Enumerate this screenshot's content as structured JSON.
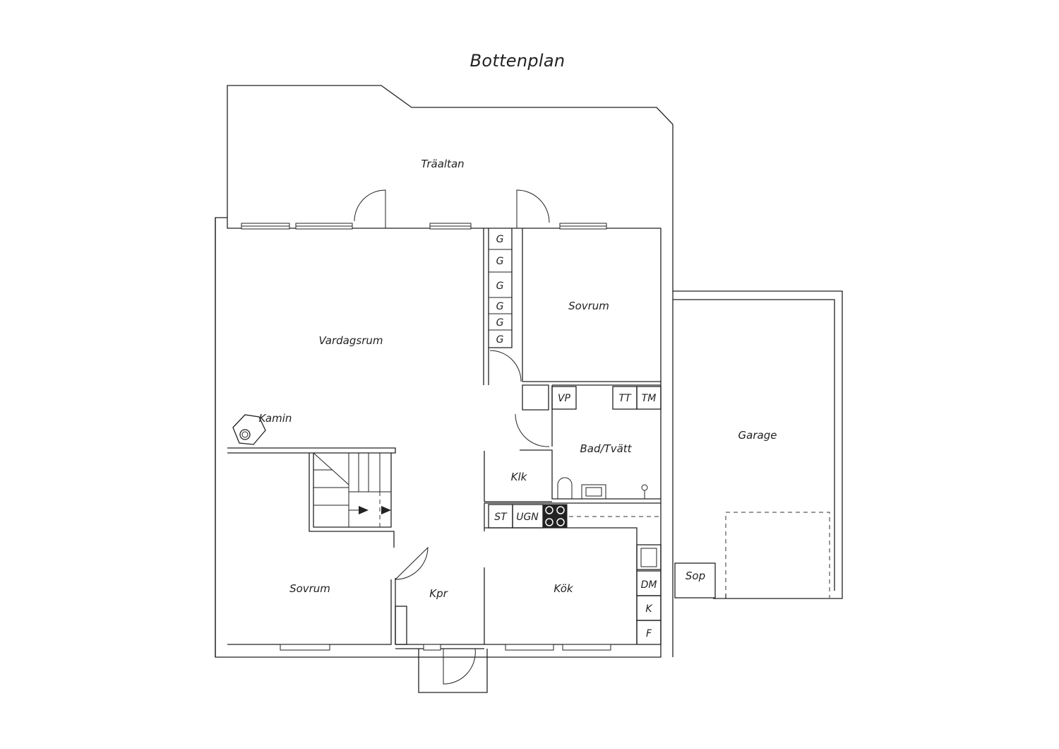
{
  "title": "Bottenplan",
  "rooms": {
    "traaltan": "Träaltan",
    "vardagsrum": "Vardagsrum",
    "sovrum_upper": "Sovrum",
    "sovrum_lower": "Sovrum",
    "garage": "Garage",
    "bad": "Bad/Tvätt",
    "klk": "Klk",
    "kpr": "Kpr",
    "kok": "Kök",
    "sop": "Sop",
    "kamin": "Kamin"
  },
  "closets": [
    "G",
    "G",
    "G",
    "G",
    "G",
    "G"
  ],
  "fixtures": {
    "vp": "VP",
    "tt": "TT",
    "tm": "TM",
    "st": "ST",
    "ugn": "UGN",
    "dm": "DM",
    "k": "K",
    "f": "F"
  }
}
